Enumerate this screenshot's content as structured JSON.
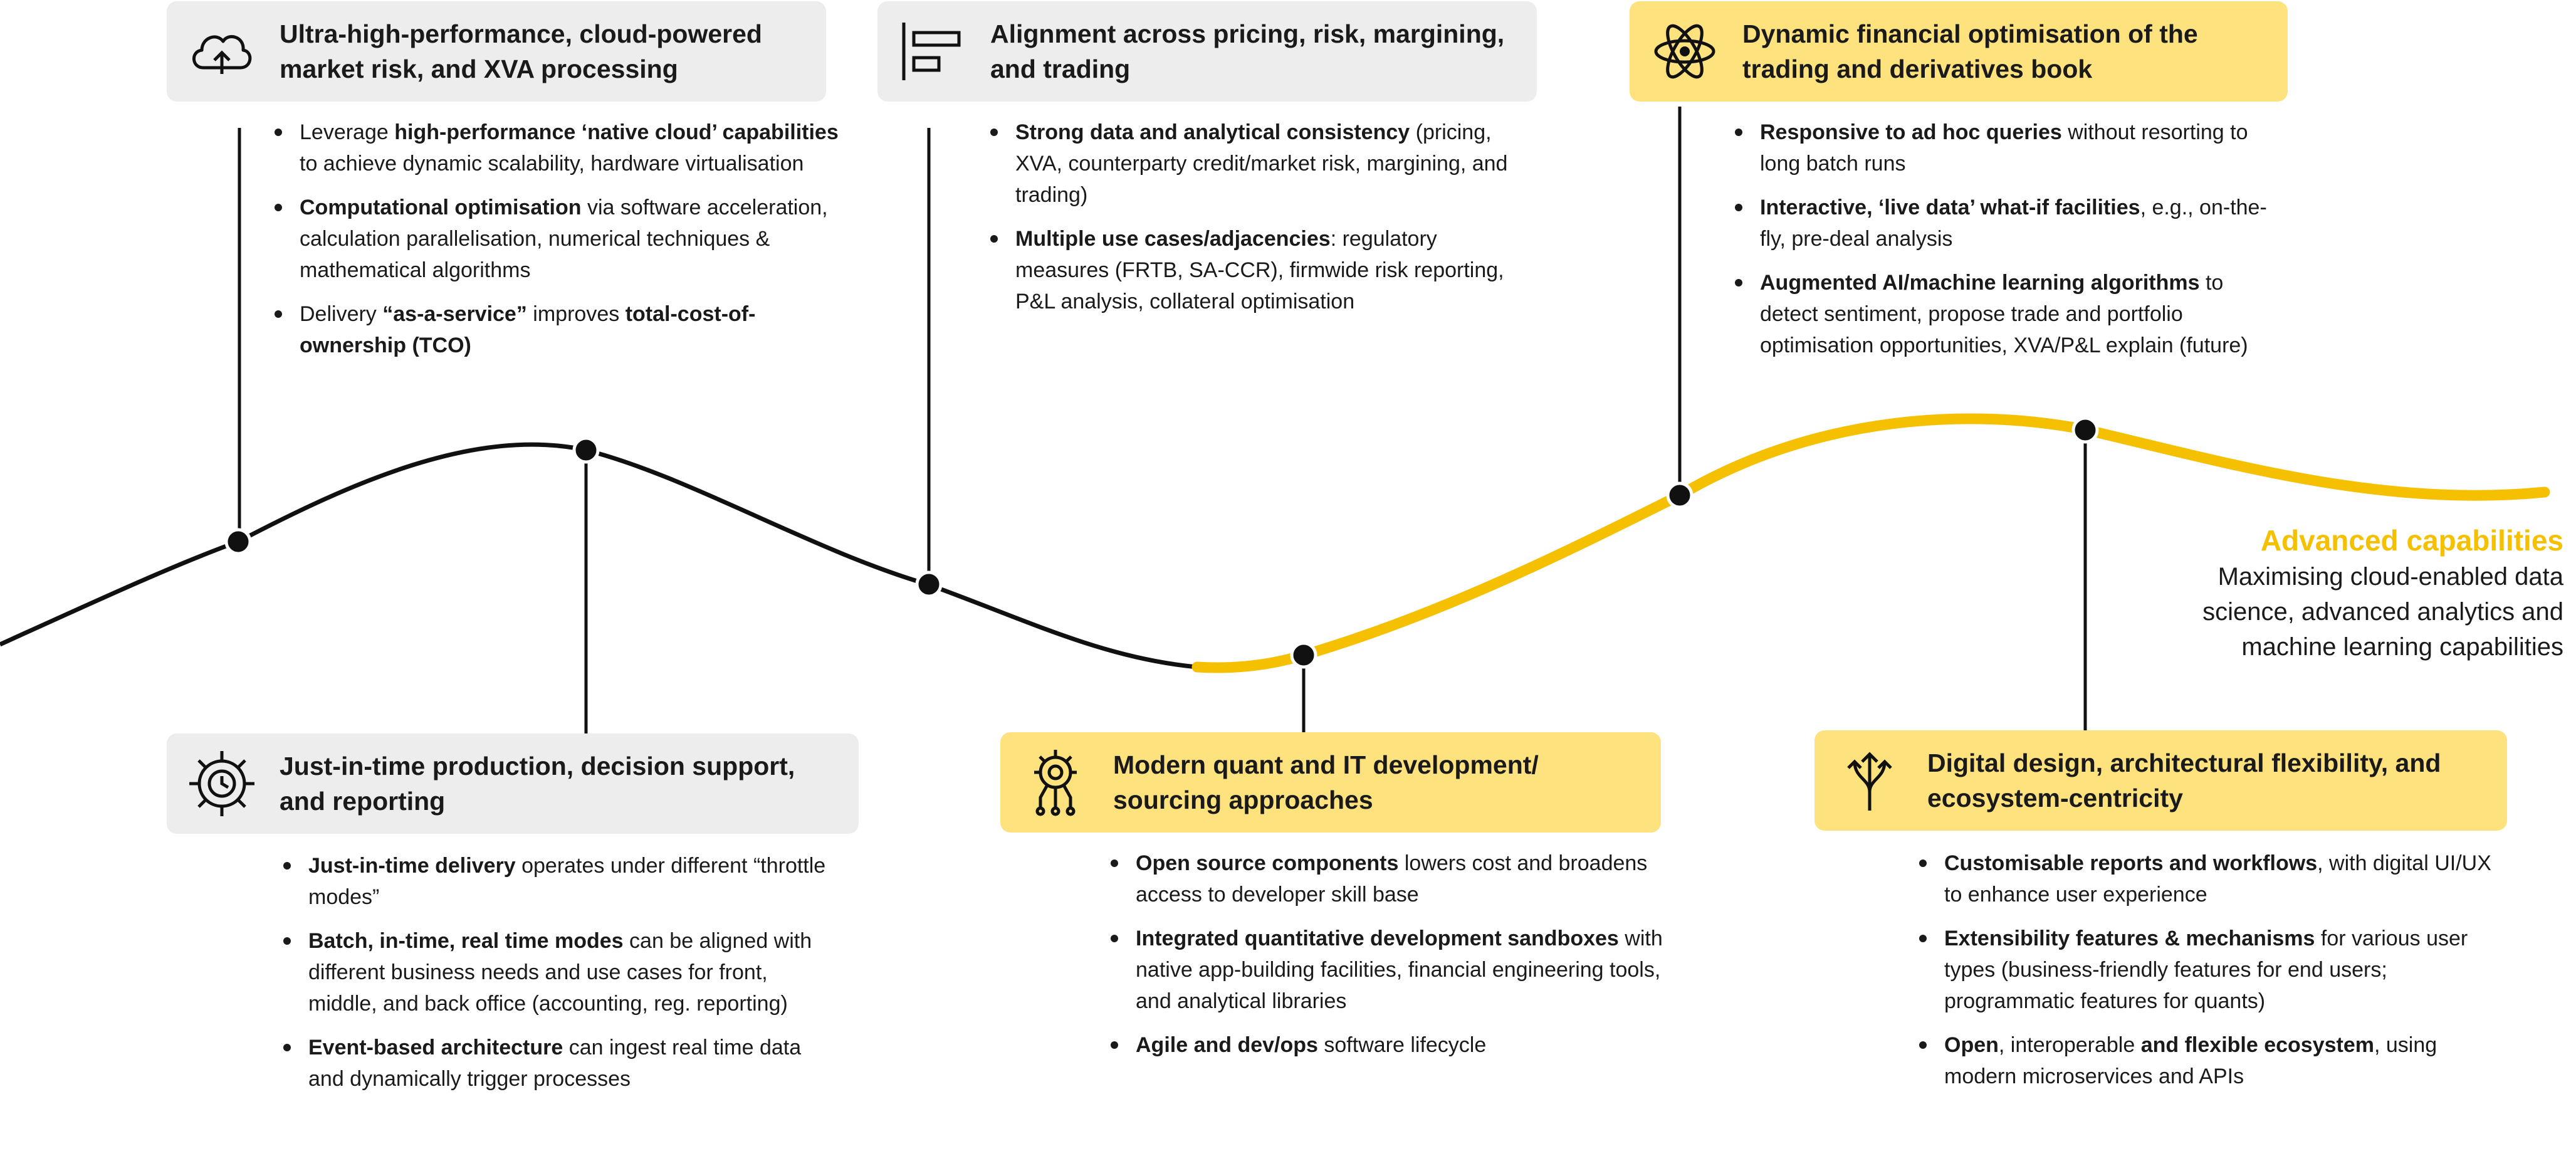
{
  "colors": {
    "accent": "#f5c000",
    "card_grey": "#ededed",
    "card_yellow": "#fee27e",
    "line": "#111111"
  },
  "cards": {
    "cloud": {
      "title": "Ultra-high-performance, cloud-powered market risk, and XVA processing",
      "icon": "cloud-upload-icon",
      "bullets": [
        [
          [
            "Leverage ",
            false
          ],
          [
            "high-performance ‘native cloud’ capabilities",
            true
          ],
          [
            " to achieve dynamic scalability, hardware virtualisation",
            false
          ]
        ],
        [
          [
            "Computational optimisation",
            true
          ],
          [
            " via software acceleration, calculation parallelisation, numerical techniques & mathematical algorithms",
            false
          ]
        ],
        [
          [
            "Delivery ",
            false
          ],
          [
            "“as-a-service”",
            true
          ],
          [
            " improves ",
            false
          ],
          [
            "total-cost-of-ownership (TCO)",
            true
          ]
        ]
      ]
    },
    "alignment": {
      "title": "Alignment across pricing, risk, margining, and trading",
      "icon": "layout-blocks-icon",
      "bullets": [
        [
          [
            "Strong data and analytical consistency",
            true
          ],
          [
            " (pricing, XVA, counterparty credit/market risk, margining, and trading)",
            false
          ]
        ],
        [
          [
            "Multiple use cases/adjacencies",
            true
          ],
          [
            ": regulatory measures (FRTB, SA-CCR), firmwide risk reporting, P&L analysis, collateral optimisation",
            false
          ]
        ]
      ]
    },
    "dynamic": {
      "title": "Dynamic financial optimisation of the trading and derivatives book",
      "icon": "atom-icon",
      "bullets": [
        [
          [
            "Responsive to ad hoc queries",
            true
          ],
          [
            " without resorting to long batch runs",
            false
          ]
        ],
        [
          [
            "Interactive, ‘live data’ what-if facilities",
            true
          ],
          [
            ", e.g., on-the-fly, pre-deal analysis",
            false
          ]
        ],
        [
          [
            "Augmented AI/machine learning algorithms",
            true
          ],
          [
            " to detect sentiment, propose trade and portfolio optimisation opportunities, XVA/P&L explain (future)",
            false
          ]
        ]
      ]
    },
    "jit": {
      "title": "Just-in-time production, decision support, and reporting",
      "icon": "gear-clock-icon",
      "bullets": [
        [
          [
            "Just-in-time delivery",
            true
          ],
          [
            " operates under different “throttle modes”",
            false
          ]
        ],
        [
          [
            "Batch, in-time, real time modes",
            true
          ],
          [
            " can be aligned with different business needs and use cases for front, middle, and back office (accounting, reg. reporting)",
            false
          ]
        ],
        [
          [
            "Event-based architecture",
            true
          ],
          [
            " can ingest real time data and dynamically trigger processes",
            false
          ]
        ]
      ]
    },
    "quant": {
      "title": "Modern quant and IT development/ sourcing approaches",
      "icon": "gear-network-icon",
      "bullets": [
        [
          [
            "Open source components",
            true
          ],
          [
            " lowers cost and broadens access to developer skill base",
            false
          ]
        ],
        [
          [
            "Integrated quantitative development sandboxes",
            true
          ],
          [
            " with native app-building facilities, financial engineering tools, and analytical libraries",
            false
          ]
        ],
        [
          [
            "Agile and dev/ops",
            true
          ],
          [
            " software lifecycle",
            false
          ]
        ]
      ]
    },
    "digital": {
      "title": "Digital design, architectural flexibility, and ecosystem-centricity",
      "icon": "arrows-split-icon",
      "bullets": [
        [
          [
            "Customisable reports and workflows",
            true
          ],
          [
            ", with digital UI/UX to enhance user experience",
            false
          ]
        ],
        [
          [
            "Extensibility features & mechanisms",
            true
          ],
          [
            " for various user types (business-friendly features for end users; programmatic features for quants)",
            false
          ]
        ],
        [
          [
            "Open",
            true
          ],
          [
            ", interoperable ",
            false
          ],
          [
            "and flexible ecosystem",
            true
          ],
          [
            ", using modern microservices and APIs",
            false
          ]
        ]
      ]
    }
  },
  "advanced": {
    "title": "Advanced capabilities",
    "description": "Maximising cloud-enabled data science, advanced analytics and machine learning capabilities"
  }
}
